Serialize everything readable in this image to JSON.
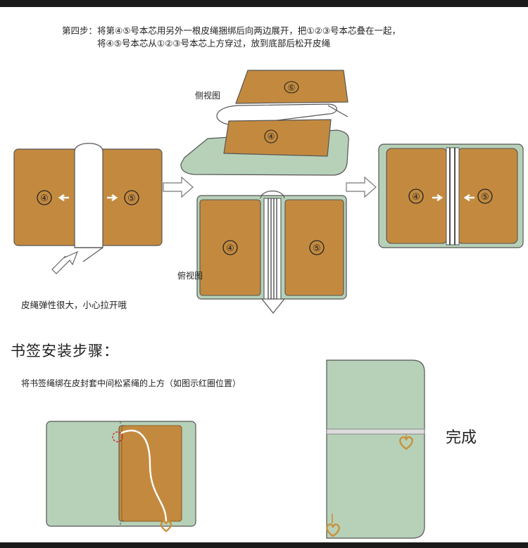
{
  "step4": {
    "line1": "第四步：将第④⑤号本芯用另外一根皮绳捆绑后向两边展开，把①②③号本芯叠在一起，",
    "line2": "将④⑤号本芯从①②③号本芯上方穿过，放到底部后松开皮绳"
  },
  "labels": {
    "side_view": "侧视图",
    "top_view": "俯视图",
    "elastic_warning": "皮绳弹性很大，小心拉开哦",
    "section_heading": "书签安装步骤：",
    "bookmark_instruction": "将书签绳绑在皮封套中间松紧绳的上方（如图示红圈位置）",
    "done": "完成"
  },
  "insert_numbers": {
    "four": "④",
    "five": "⑤"
  },
  "colors": {
    "insert_fill": "#c38a3f",
    "cover_fill": "#b7d1b9",
    "outline": "#555555",
    "marker_circle": "#d8262c",
    "charm": "#c8913a"
  }
}
